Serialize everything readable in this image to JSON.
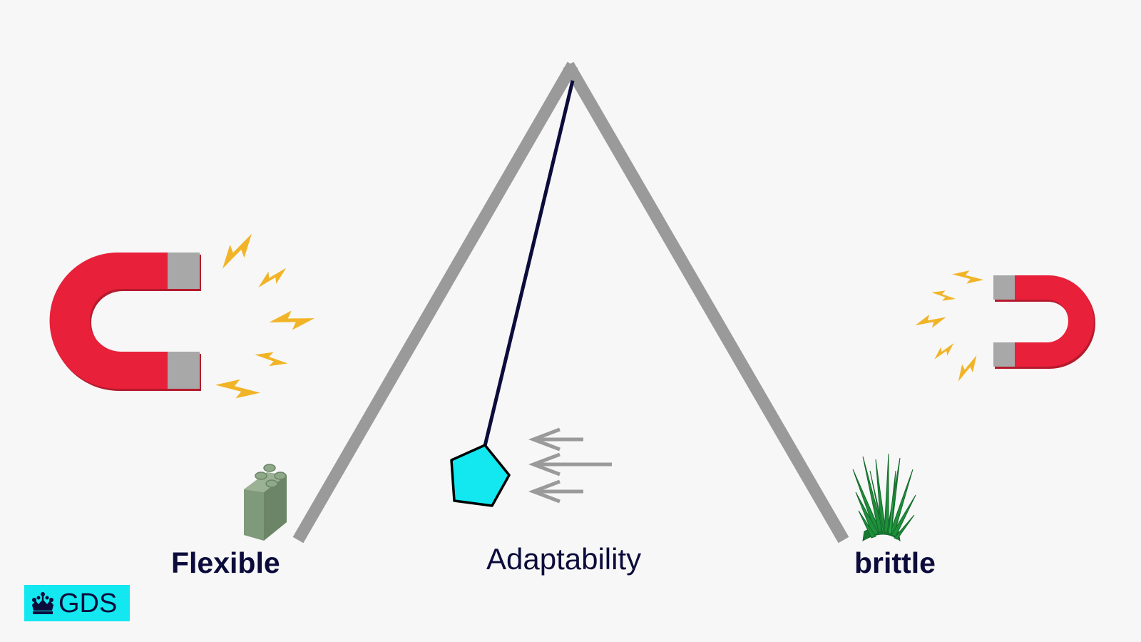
{
  "labels": {
    "left": "Flexible",
    "center": "Adaptability",
    "right": "brittle"
  },
  "logo": {
    "text": "GDS",
    "icon": "crown-icon",
    "background": "#13e8f0"
  },
  "colors": {
    "frame": "#9a9a9a",
    "string": "#0b0c3b",
    "pendulum_bob": "#13e8f0",
    "magnet_red": "#e8203a",
    "magnet_pole": "#a8a8a8",
    "spark": "#f2b427",
    "brick": "#7f9a7a",
    "grass": "#1e8f3a",
    "text": "#0b0c3b",
    "background": "#f7f7f7"
  },
  "icons": {
    "left_magnet": "horseshoe-magnet-icon",
    "right_magnet": "horseshoe-magnet-icon",
    "brick": "toy-brick-icon",
    "grass": "grass-tuft-icon",
    "bob": "pentagon-bob-icon",
    "arrows": "motion-arrows-icon",
    "sparks": "lightning-spark-icon"
  }
}
